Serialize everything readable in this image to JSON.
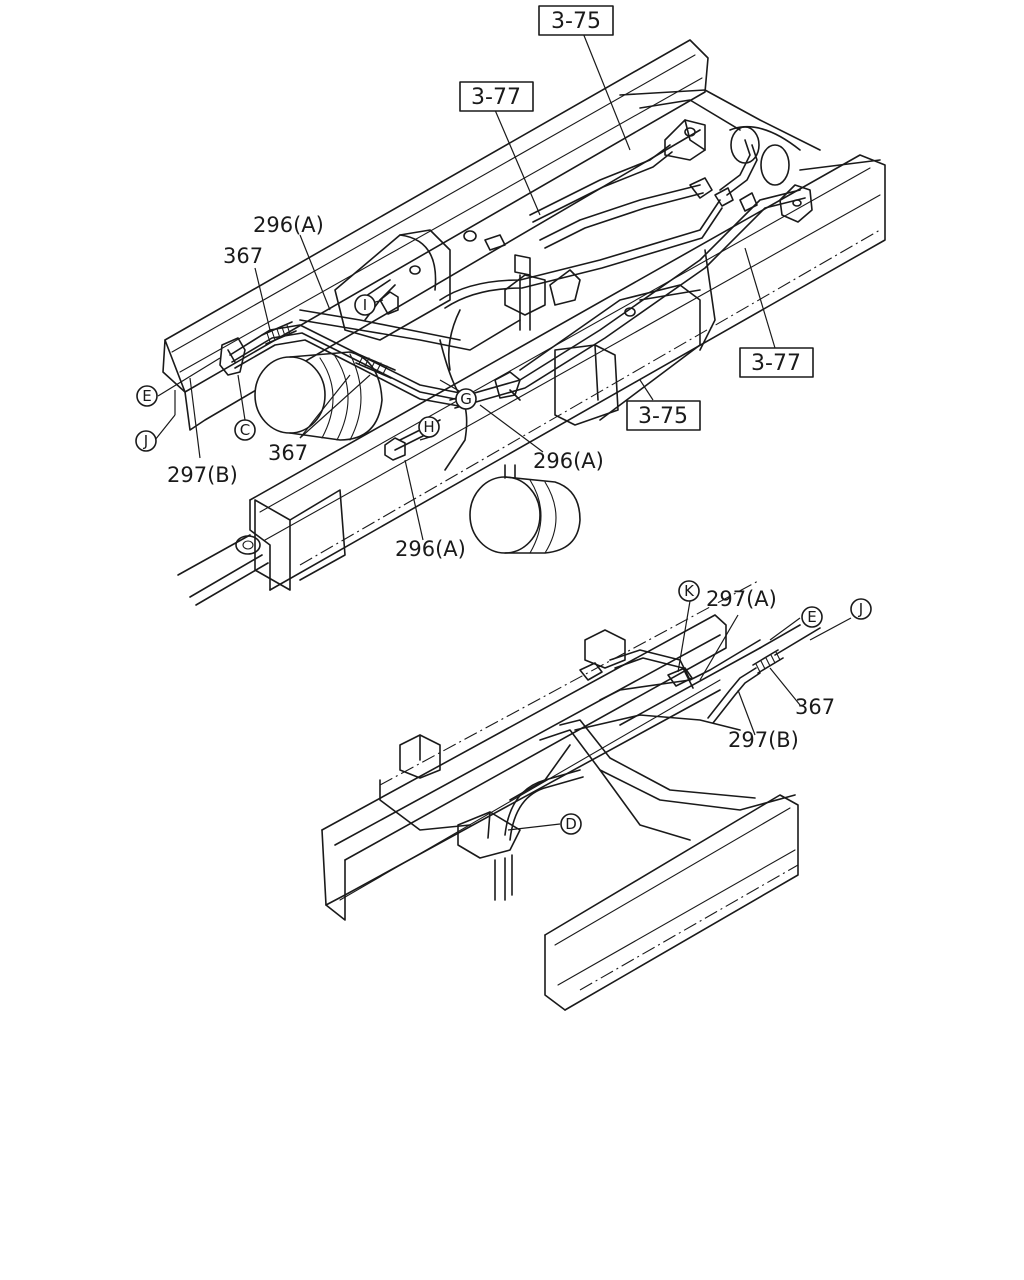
{
  "diagram": {
    "references": [
      "3-75",
      "3-77",
      "3-77",
      "3-75"
    ],
    "part_labels": [
      "296(A)",
      "367",
      "367",
      "297(B)",
      "296(A)",
      "296(A)",
      "297(A)",
      "367",
      "297(B)"
    ],
    "connection_markers": [
      "E",
      "J",
      "C",
      "I",
      "G",
      "H",
      "K",
      "E",
      "J",
      "D"
    ]
  }
}
